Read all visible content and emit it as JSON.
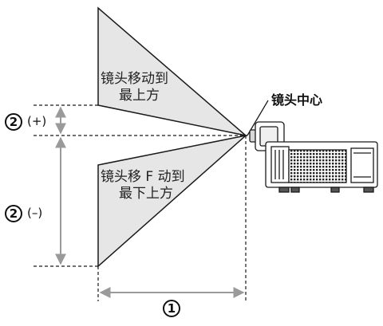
{
  "labels": {
    "upper_zone_line1": "镜头移动到",
    "upper_zone_line2": "最上方",
    "lower_zone_line1": "镜头移 F 动到",
    "lower_zone_line2": "最下上方",
    "lens_center": "镜头中心",
    "marker_horizontal": "1",
    "marker_vertical_plus": "2",
    "marker_vertical_minus": "2",
    "sign_plus": "(+)",
    "sign_minus": "(–)"
  },
  "colors": {
    "zone_fill": "#e6e6e6",
    "line": "#1a1a1a",
    "dim_arrow": "#9a9a9a",
    "projector_body": "#ffffff",
    "vent_grille": "#222222"
  }
}
